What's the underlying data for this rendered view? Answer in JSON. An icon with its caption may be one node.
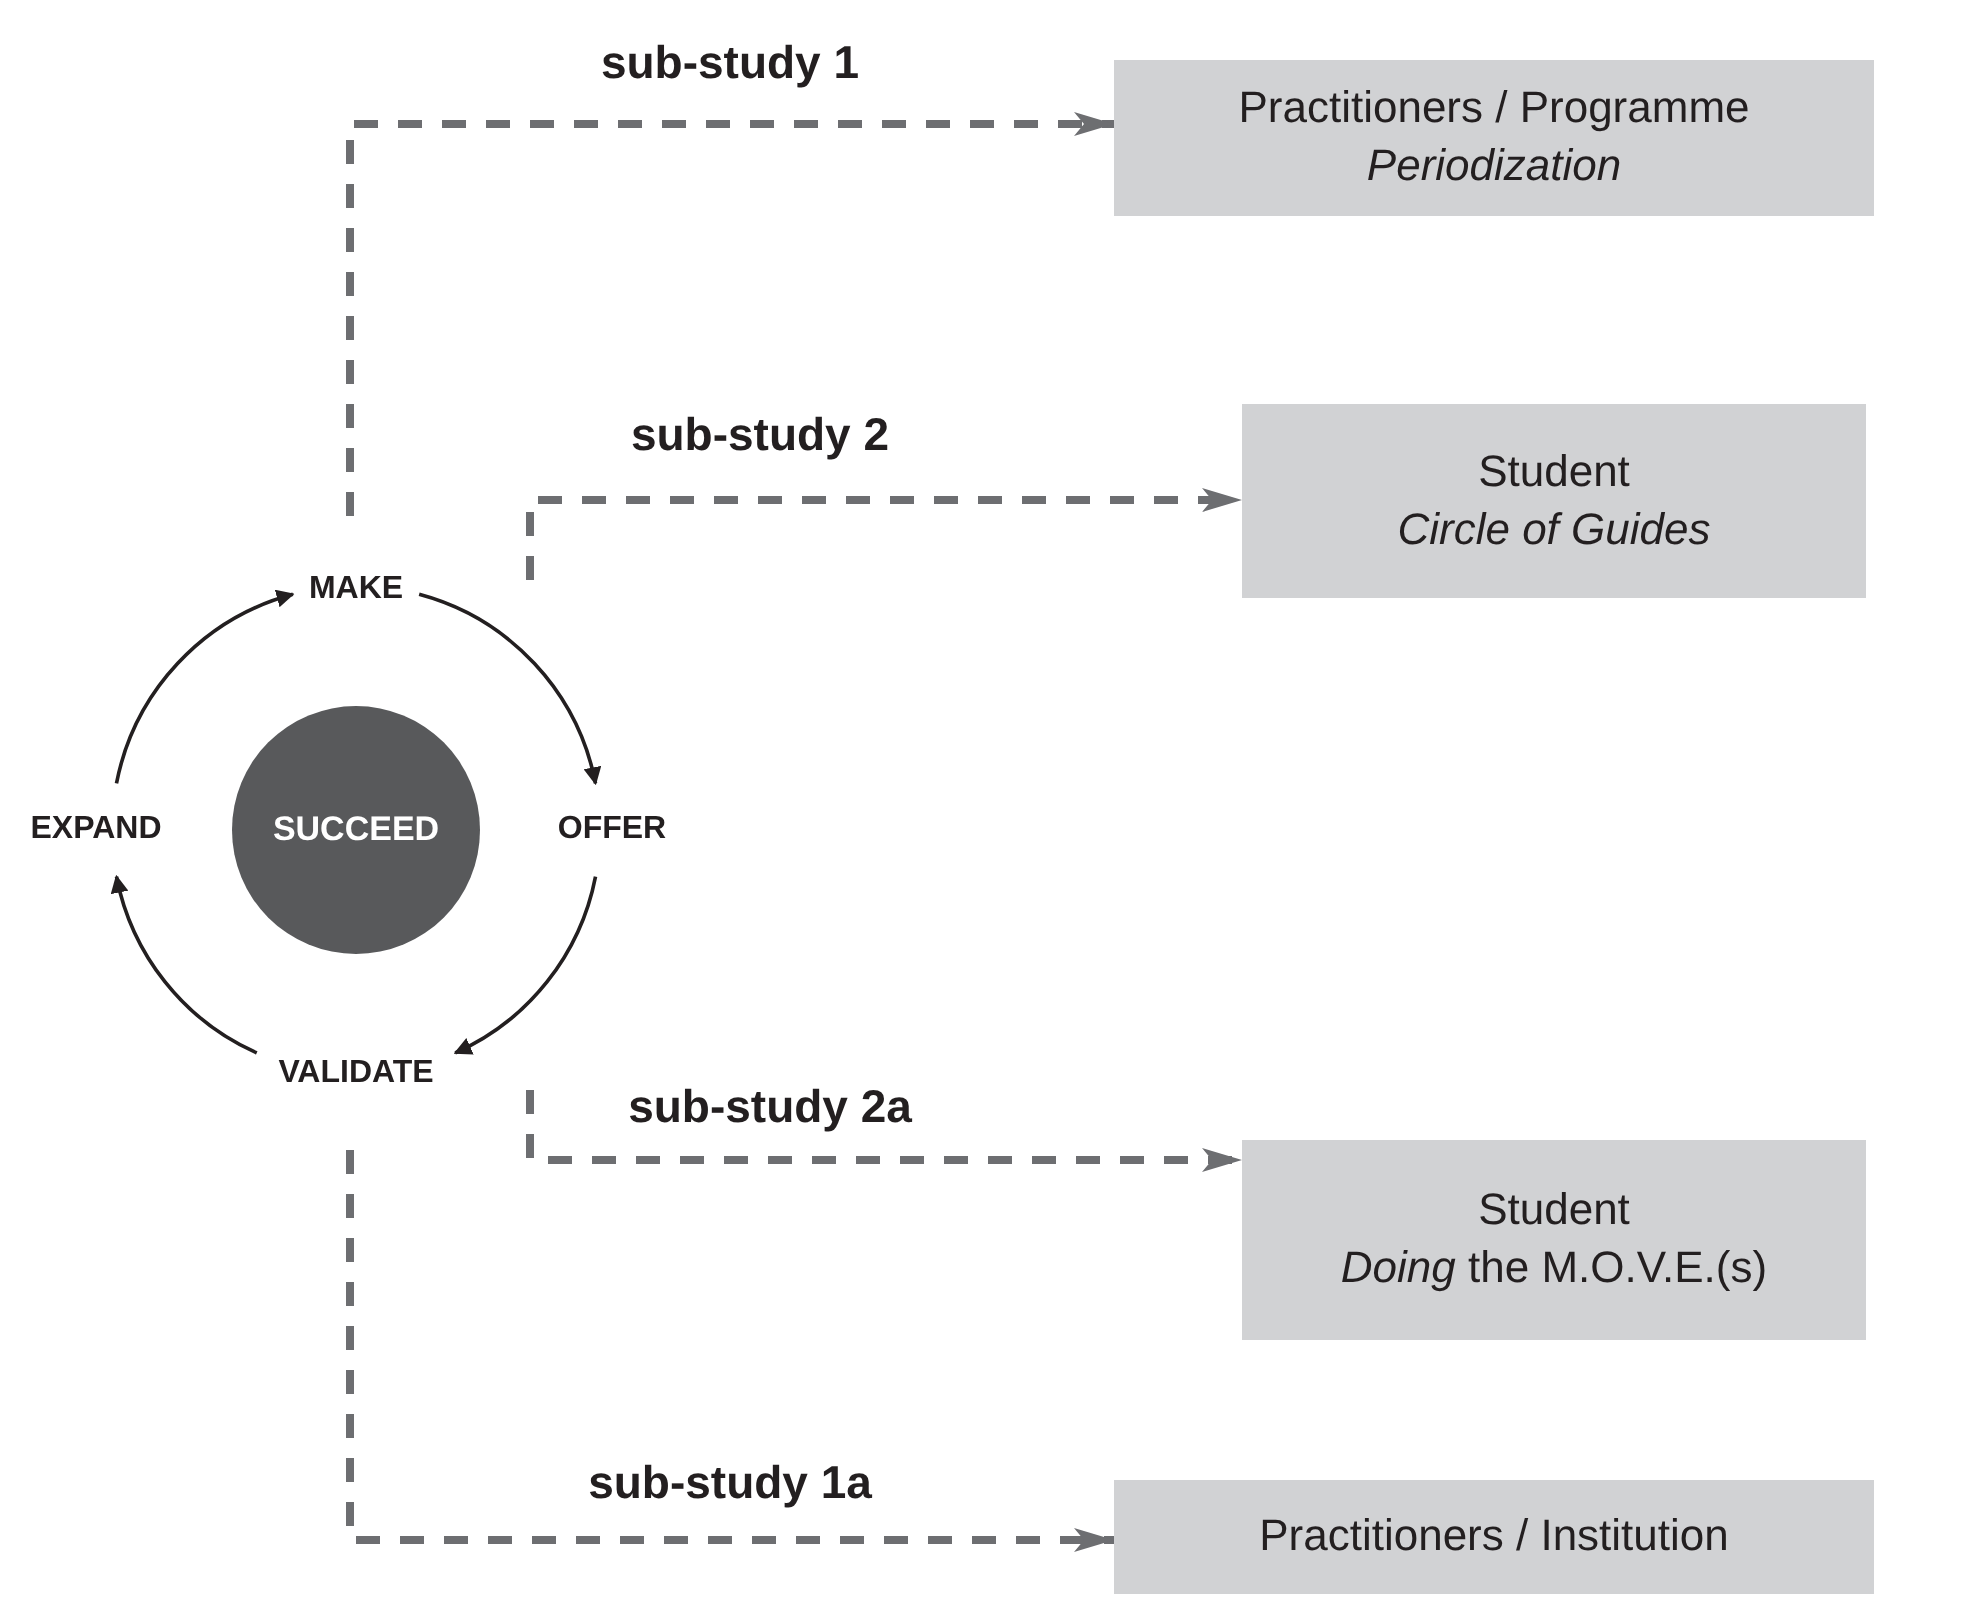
{
  "diagram": {
    "nodes": [
      {
        "text": [
          "SUCCEED"
        ]
      },
      {
        "text": [
          "MAKE"
        ]
      },
      {
        "text": [
          "EXPAND"
        ]
      },
      {
        "text": [
          "OFFER"
        ]
      },
      {
        "text": [
          "VALIDATE"
        ]
      },
      {
        "text": [
          "Practitioners / Programme",
          "*Periodization*"
        ]
      },
      {
        "text": [
          "Student",
          "*Circle of Guides*"
        ]
      },
      {
        "text": [
          "Student",
          "*Doing* the M.O.V.E.(s)"
        ]
      },
      {
        "text": [
          "Practitioners / Institution"
        ]
      }
    ],
    "edges": [
      {
        "from": null,
        "to": 5,
        "arrow": "to",
        "label": "sub-study 1",
        "style": "dashed",
        "color": "#6d6e71"
      },
      {
        "from": null,
        "to": 6,
        "arrow": "to",
        "label": "sub-study 2",
        "style": "dashed",
        "color": "#6d6e71"
      },
      {
        "from": null,
        "to": 7,
        "arrow": "to",
        "label": "sub-study 2a",
        "style": "dashed",
        "color": "#6d6e71"
      },
      {
        "from": null,
        "to": 8,
        "arrow": "to",
        "label": "sub-study 1a",
        "style": "dashed",
        "color": "#6d6e71"
      },
      {
        "from": 2,
        "to": 1,
        "arrow": "to"
      },
      {
        "from": 1,
        "to": 3,
        "arrow": "to"
      },
      {
        "from": 3,
        "to": 4,
        "arrow": "to"
      },
      {
        "from": 4,
        "to": 2,
        "arrow": "to"
      }
    ]
  }
}
